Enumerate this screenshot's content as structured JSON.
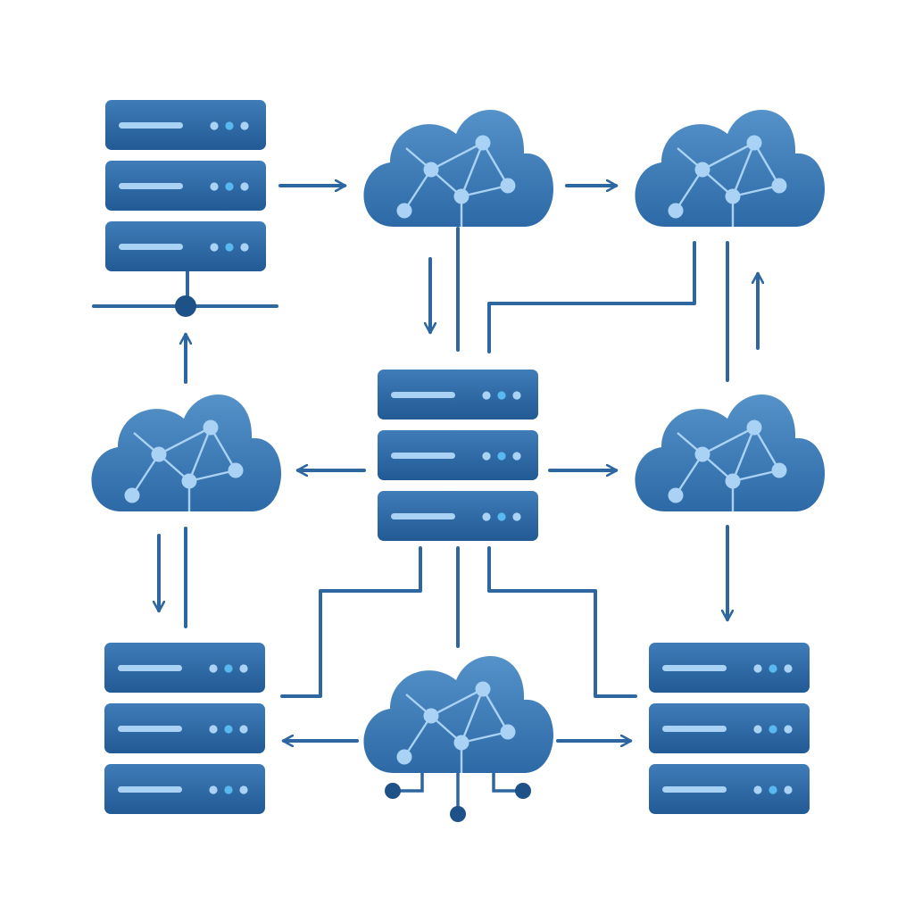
{
  "diagram": {
    "style": "network-topology-icons",
    "colors": {
      "primary": "#2e67a0",
      "primary_dark": "#1f5189",
      "unit_light": "#3f7cb8",
      "unit_dark": "#225a95",
      "cloud_light": "#5592c9",
      "cloud_dark": "#2d69a6",
      "highlight": "#a9d2f4",
      "led_bright": "#5ab8f0",
      "background": "#ffffff"
    },
    "nodes": [
      {
        "id": "server-top-left",
        "type": "server",
        "icon": "server-rack-icon",
        "units": 3,
        "network_bus": true
      },
      {
        "id": "cloud-top-center",
        "type": "cloud",
        "icon": "cloud-network-icon"
      },
      {
        "id": "cloud-top-right",
        "type": "cloud",
        "icon": "cloud-network-icon"
      },
      {
        "id": "server-center",
        "type": "server",
        "icon": "server-rack-icon",
        "units": 3
      },
      {
        "id": "cloud-middle-left",
        "type": "cloud",
        "icon": "cloud-network-icon"
      },
      {
        "id": "cloud-middle-right",
        "type": "cloud",
        "icon": "cloud-network-icon"
      },
      {
        "id": "server-bottom-left",
        "type": "server",
        "icon": "server-rack-icon",
        "units": 3
      },
      {
        "id": "cloud-bottom-center",
        "type": "cloud",
        "icon": "cloud-network-icon",
        "ports": true
      },
      {
        "id": "server-bottom-right",
        "type": "server",
        "icon": "server-rack-icon",
        "units": 3
      }
    ],
    "edges": [
      {
        "from": "server-top-left",
        "to": "cloud-top-center",
        "directed": true
      },
      {
        "from": "cloud-top-center",
        "to": "cloud-top-right",
        "directed": true
      },
      {
        "from": "cloud-top-center",
        "to": "server-center",
        "directed": true
      },
      {
        "from": "cloud-top-center",
        "to": "server-center",
        "directed": false
      },
      {
        "from": "server-center",
        "to": "cloud-top-right",
        "directed": false
      },
      {
        "from": "cloud-middle-right",
        "to": "cloud-top-right",
        "directed": true
      },
      {
        "from": "cloud-middle-right",
        "to": "cloud-top-right",
        "directed": false
      },
      {
        "from": "cloud-middle-left",
        "to": "server-top-left",
        "directed": true
      },
      {
        "from": "server-center",
        "to": "cloud-middle-left",
        "directed": true
      },
      {
        "from": "server-center",
        "to": "cloud-middle-right",
        "directed": true
      },
      {
        "from": "cloud-middle-left",
        "to": "server-bottom-left",
        "directed": true
      },
      {
        "from": "cloud-middle-left",
        "to": "server-bottom-left",
        "directed": false
      },
      {
        "from": "cloud-middle-right",
        "to": "server-bottom-right",
        "directed": true
      },
      {
        "from": "server-center",
        "to": "server-bottom-left",
        "directed": false
      },
      {
        "from": "server-center",
        "to": "cloud-bottom-center",
        "directed": false
      },
      {
        "from": "server-center",
        "to": "server-bottom-right",
        "directed": false
      },
      {
        "from": "cloud-bottom-center",
        "to": "server-bottom-left",
        "directed": true
      },
      {
        "from": "cloud-bottom-center",
        "to": "server-bottom-right",
        "directed": true
      }
    ]
  }
}
